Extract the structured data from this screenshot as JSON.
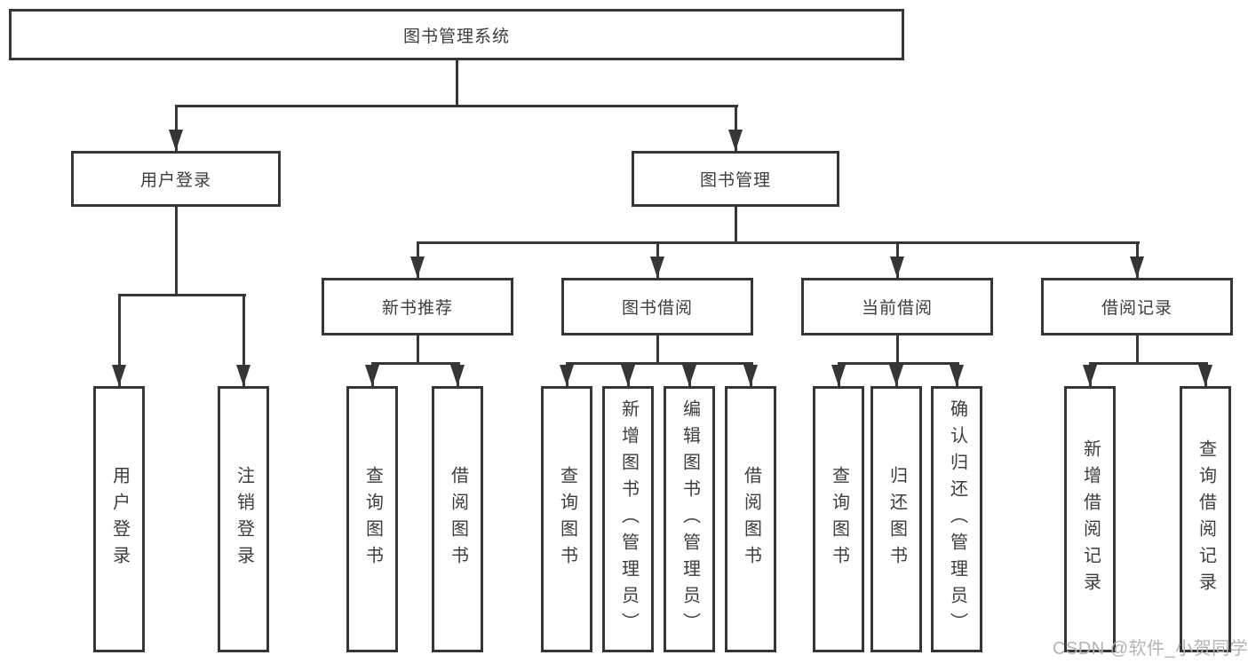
{
  "nodes": {
    "root": "图书管理系统",
    "user_login": "用户登录",
    "book_mgmt": "图书管理",
    "new_book_rec": "新书推荐",
    "book_borrow": "图书借阅",
    "current_borrow": "当前借阅",
    "borrow_records": "借阅记录",
    "leaf_user_login": "用户登录",
    "leaf_logout": "注销登录",
    "rec_query": "查询图书",
    "rec_borrow": "借阅图书",
    "bb_query": "查询图书",
    "bb_add": "新增图书（管理员）",
    "bb_edit": "编辑图书（管理员）",
    "bb_borrow": "借阅图书",
    "cb_query": "查询图书",
    "cb_return": "归还图书",
    "cb_confirm": "确认归还（管理员）",
    "br_add": "新增借阅记录",
    "br_query": "查询借阅记录"
  },
  "hierarchy": {
    "图书管理系统": {
      "用户登录": [
        "用户登录",
        "注销登录"
      ],
      "图书管理": {
        "新书推荐": [
          "查询图书",
          "借阅图书"
        ],
        "图书借阅": [
          "查询图书",
          "新增图书（管理员）",
          "编辑图书（管理员）",
          "借阅图书"
        ],
        "当前借阅": [
          "查询图书",
          "归还图书",
          "确认归还（管理员）"
        ],
        "借阅记录": [
          "新增借阅记录",
          "查询借阅记录"
        ]
      }
    }
  },
  "watermark": {
    "text": "CSDN @软件_小贺同学"
  },
  "colors": {
    "line": "#363636",
    "text": "#3d3d3d",
    "background": "#ffffff",
    "watermark": "#b3b3b3"
  }
}
